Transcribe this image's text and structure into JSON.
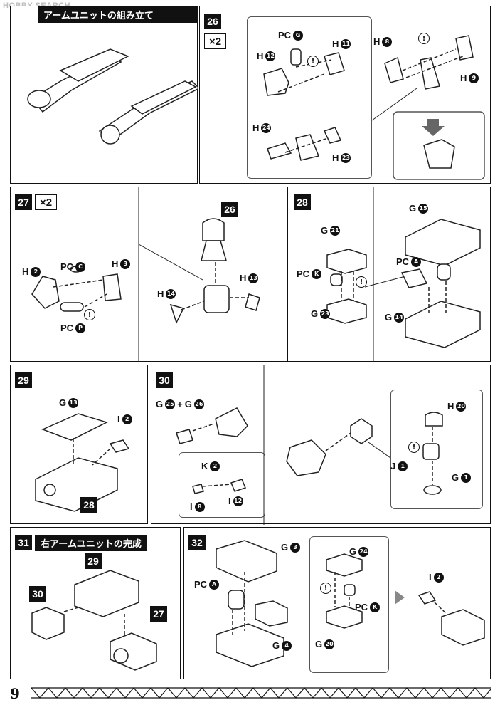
{
  "watermark": "HOBBY SEARCH",
  "page_number": "9",
  "section_title": "アームユニットの組み立て",
  "steps": {
    "s26": {
      "num": "26",
      "mult": "×2",
      "labels": {
        "pc_g": "PC",
        "pc_g_c": "G",
        "h12": "H",
        "h12_c": "12",
        "h11": "H",
        "h11_c": "11",
        "h8": "H",
        "h8_c": "8",
        "h9": "H",
        "h9_c": "9",
        "h24": "H",
        "h24_c": "24",
        "h23": "H",
        "h23_c": "23"
      }
    },
    "s27": {
      "num": "27",
      "mult": "×2",
      "labels": {
        "h2": "H",
        "h2_c": "2",
        "pc_c": "PC",
        "pc_c_c": "C",
        "h3": "H",
        "h3_c": "3",
        "pc_p": "PC",
        "pc_p_c": "P",
        "ref26": "26",
        "h13": "H",
        "h13_c": "13",
        "h14": "H",
        "h14_c": "14"
      }
    },
    "s28": {
      "num": "28",
      "labels": {
        "g21": "G",
        "g21_c": "21",
        "pc_k": "PC",
        "pc_k_c": "K",
        "g23": "G",
        "g23_c": "23",
        "g15": "G",
        "g15_c": "15",
        "pc_a": "PC",
        "pc_a_c": "A",
        "g14": "G",
        "g14_c": "14"
      }
    },
    "s29": {
      "num": "29",
      "labels": {
        "g13": "G",
        "g13_c": "13",
        "i2": "I",
        "i2_c": "2",
        "ref28": "28"
      }
    },
    "s30": {
      "num": "30",
      "labels": {
        "g25": "G",
        "g25_c": "25",
        "plus": "+",
        "g26": "G",
        "g26_c": "26",
        "k2": "K",
        "k2_c": "2",
        "i8": "I",
        "i8_c": "8",
        "i12": "I",
        "i12_c": "12",
        "h20": "H",
        "h20_c": "20",
        "j1": "J",
        "j1_c": "1",
        "g1": "G",
        "g1_c": "1"
      }
    },
    "s31": {
      "num": "31",
      "title": "右アームユニットの完成",
      "labels": {
        "ref29": "29",
        "ref30": "30",
        "ref27": "27"
      }
    },
    "s32": {
      "num": "32",
      "labels": {
        "g3": "G",
        "g3_c": "3",
        "pc_a": "PC",
        "pc_a_c": "A",
        "g4": "G",
        "g4_c": "4",
        "g24": "G",
        "g24_c": "24",
        "pc_k": "PC",
        "pc_k_c": "K",
        "g20": "G",
        "g20_c": "20",
        "i2": "I",
        "i2_c": "2"
      }
    }
  },
  "caution_mark": "!"
}
